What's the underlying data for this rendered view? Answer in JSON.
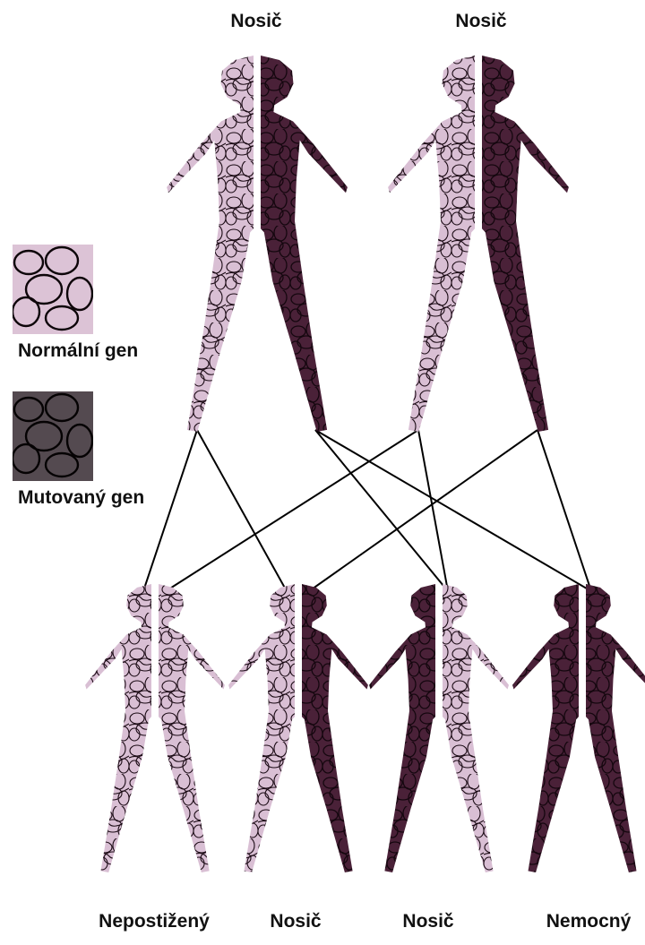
{
  "parents": [
    {
      "label": "Nosič",
      "left": "normal",
      "right": "mutant"
    },
    {
      "label": "Nosič",
      "left": "normal",
      "right": "mutant"
    }
  ],
  "children": [
    {
      "label": "Nepostižený",
      "left": "normal",
      "right": "normal"
    },
    {
      "label": "Nosič",
      "left": "normal",
      "right": "mutant"
    },
    {
      "label": "Nosič",
      "left": "mutant",
      "right": "normal"
    },
    {
      "label": "Nemocný",
      "left": "mutant",
      "right": "mutant"
    }
  ],
  "legend": {
    "normal_label": "Normální gen",
    "mutant_label": "Mutovaný gen"
  },
  "colors": {
    "normal_fill": "#d9bfd4",
    "mutant_fill": "#4a2138",
    "scribble": "#1a0a14",
    "line": "#000000"
  }
}
